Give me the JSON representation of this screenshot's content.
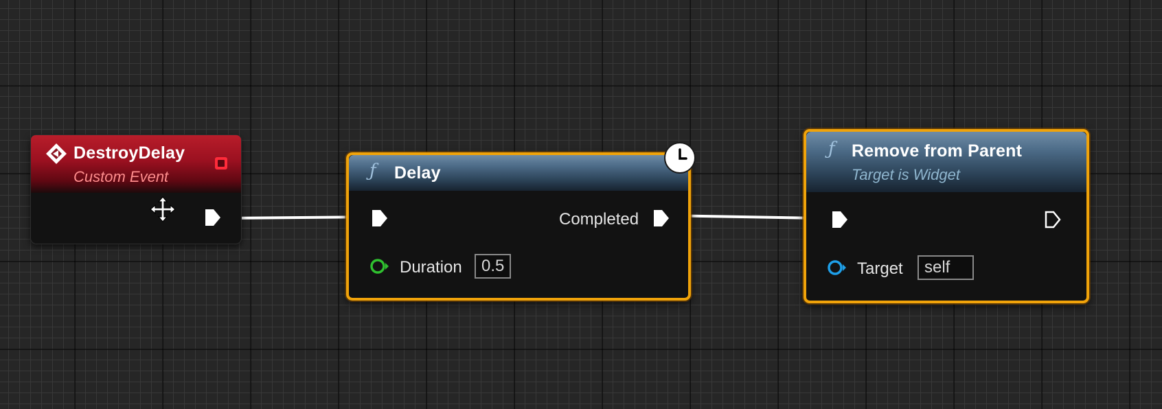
{
  "nodes": {
    "custom_event": {
      "title": "DestroyDelay",
      "subtitle": "Custom Event",
      "header_color": "#b81d2a",
      "icon": "event-diamond-icon"
    },
    "delay": {
      "title": "Delay",
      "icon": "function-icon",
      "icon_glyph": "ƒ",
      "latent_icon": "clock-icon",
      "output_label": "Completed",
      "input_label": "Duration",
      "input_value": "0.5",
      "input_pin_color": "#2fc02f"
    },
    "remove_from_parent": {
      "title": "Remove from Parent",
      "subtitle": "Target is Widget",
      "icon": "function-icon",
      "icon_glyph": "ƒ",
      "input_label": "Target",
      "input_value": "self",
      "input_pin_color": "#1e9fe8"
    }
  },
  "colors": {
    "selection_outline": "#f0a30a",
    "exec_wire": "#ffffff",
    "canvas": "#262626"
  },
  "cursor": "move-cursor-icon"
}
